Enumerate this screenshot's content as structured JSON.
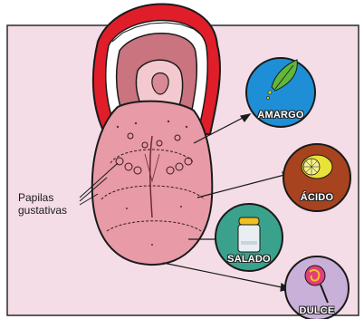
{
  "labels": {
    "papilas_line1": "Papilas",
    "papilas_line2": "gustativas"
  },
  "tastes": [
    {
      "name": "AMARGO",
      "icon": "leaf-icon",
      "color": "#1e8fd6"
    },
    {
      "name": "ÁCIDO",
      "icon": "lemon-icon",
      "color": "#a8431f"
    },
    {
      "name": "SALADO",
      "icon": "salt-shaker-icon",
      "color": "#3aa28c"
    },
    {
      "name": "DULCE",
      "icon": "lollipop-icon",
      "color": "#c9b0d8"
    }
  ],
  "colors": {
    "panel": "#f4dde6",
    "lips": "#e01e2a",
    "tongue": "#e89aa6",
    "mouth_interior": "#c9747f"
  }
}
